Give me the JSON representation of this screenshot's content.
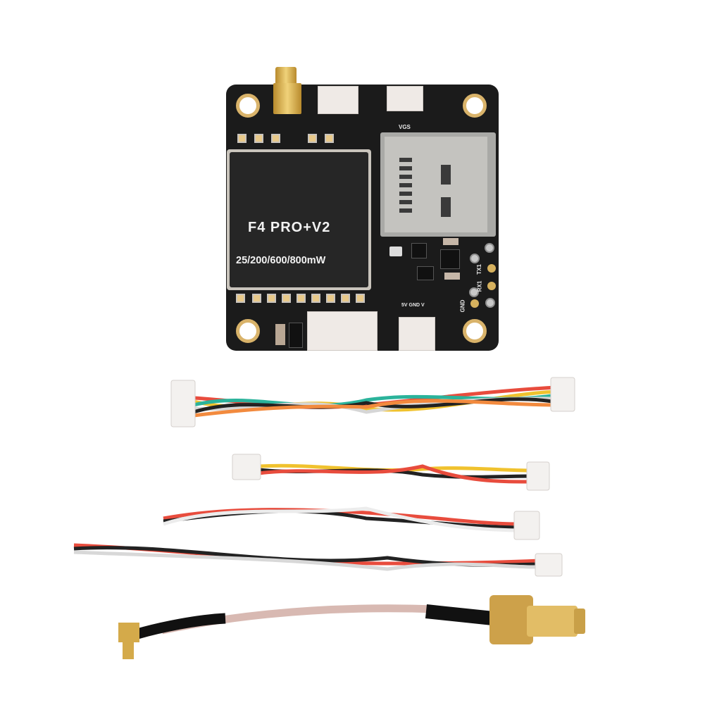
{
  "product": {
    "board": {
      "shield_title": "F4 PRO+V2",
      "shield_power": "25/200/600/800mW",
      "pad_labels": {
        "tx": "TX1",
        "rx": "RX1",
        "gnd": "GND"
      },
      "connector_labels": {
        "bottom_right": "5V GND V",
        "top_right": "VGS"
      },
      "colors": {
        "pcb": "#1b1b1b",
        "gold": "#d9b36a",
        "shield": "#262626"
      }
    },
    "cables": [
      {
        "name": "8-pin JST-SH cable",
        "wires": [
          "red",
          "orange",
          "black",
          "white",
          "gray",
          "green",
          "yellow",
          "red"
        ]
      },
      {
        "name": "3-pin JST-SH to JST-SH cable",
        "wires": [
          "yellow",
          "black",
          "red"
        ]
      },
      {
        "name": "3-pin JST-SH pigtail (short)",
        "wires": [
          "red",
          "black",
          "white"
        ]
      },
      {
        "name": "3-pin JST-SH pigtail (long)",
        "wires": [
          "red",
          "black",
          "white"
        ]
      },
      {
        "name": "MMCX to SMA antenna pigtail",
        "wires": []
      }
    ]
  }
}
